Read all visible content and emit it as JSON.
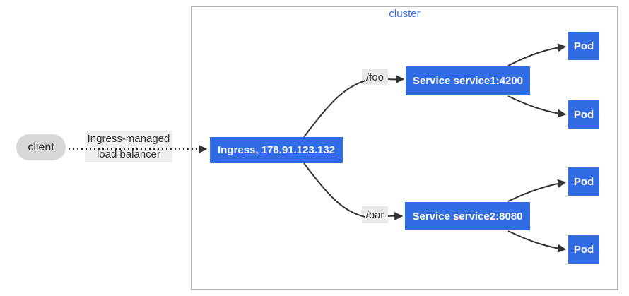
{
  "cluster": {
    "label": "cluster"
  },
  "client": {
    "label": "client"
  },
  "load_balancer_label": {
    "line1": "Ingress-managed",
    "line2": "load balancer"
  },
  "ingress": {
    "label": "Ingress, 178.91.123.132"
  },
  "routes": [
    {
      "path": "/foo"
    },
    {
      "path": "/bar"
    }
  ],
  "services": [
    {
      "label": "Service service1:4200"
    },
    {
      "label": "Service service2:8080"
    }
  ],
  "pods": [
    {
      "label": "Pod"
    },
    {
      "label": "Pod"
    },
    {
      "label": "Pod"
    },
    {
      "label": "Pod"
    }
  ],
  "colors": {
    "node_blue": "#326ce5",
    "cluster_label_blue": "#326ce5",
    "cluster_border_gray": "#b8b8b8",
    "edge_dark": "#333333",
    "client_gray": "#d7d7d7",
    "label_bg_gray": "#efefef"
  }
}
